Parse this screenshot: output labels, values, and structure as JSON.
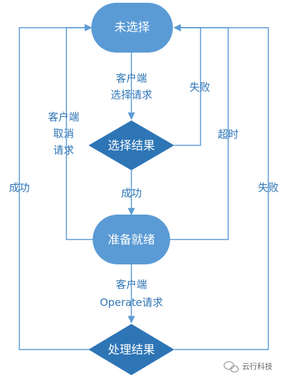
{
  "colors": {
    "node_fill": "#5b9bd5",
    "diamond_fill": "#2e75b6",
    "line": "#5b9bd5",
    "label": "#2e75b6"
  },
  "nodes": {
    "unselected": "未选择",
    "select_result": "选择结果",
    "ready": "准备就绪",
    "process_result": "处理结果"
  },
  "edges": {
    "client_select_request": [
      "客户端",
      "选择请求"
    ],
    "client_cancel_request": [
      "客户端",
      "取消",
      "请求"
    ],
    "select_fail": "失败",
    "timeout": "超时",
    "select_success": "成功",
    "client_operate_request": [
      "客户端",
      "Operate请求"
    ],
    "process_success": "成功",
    "process_fail": "失败"
  },
  "watermark": {
    "icon": "wechat-icon",
    "text": "云行科技"
  }
}
